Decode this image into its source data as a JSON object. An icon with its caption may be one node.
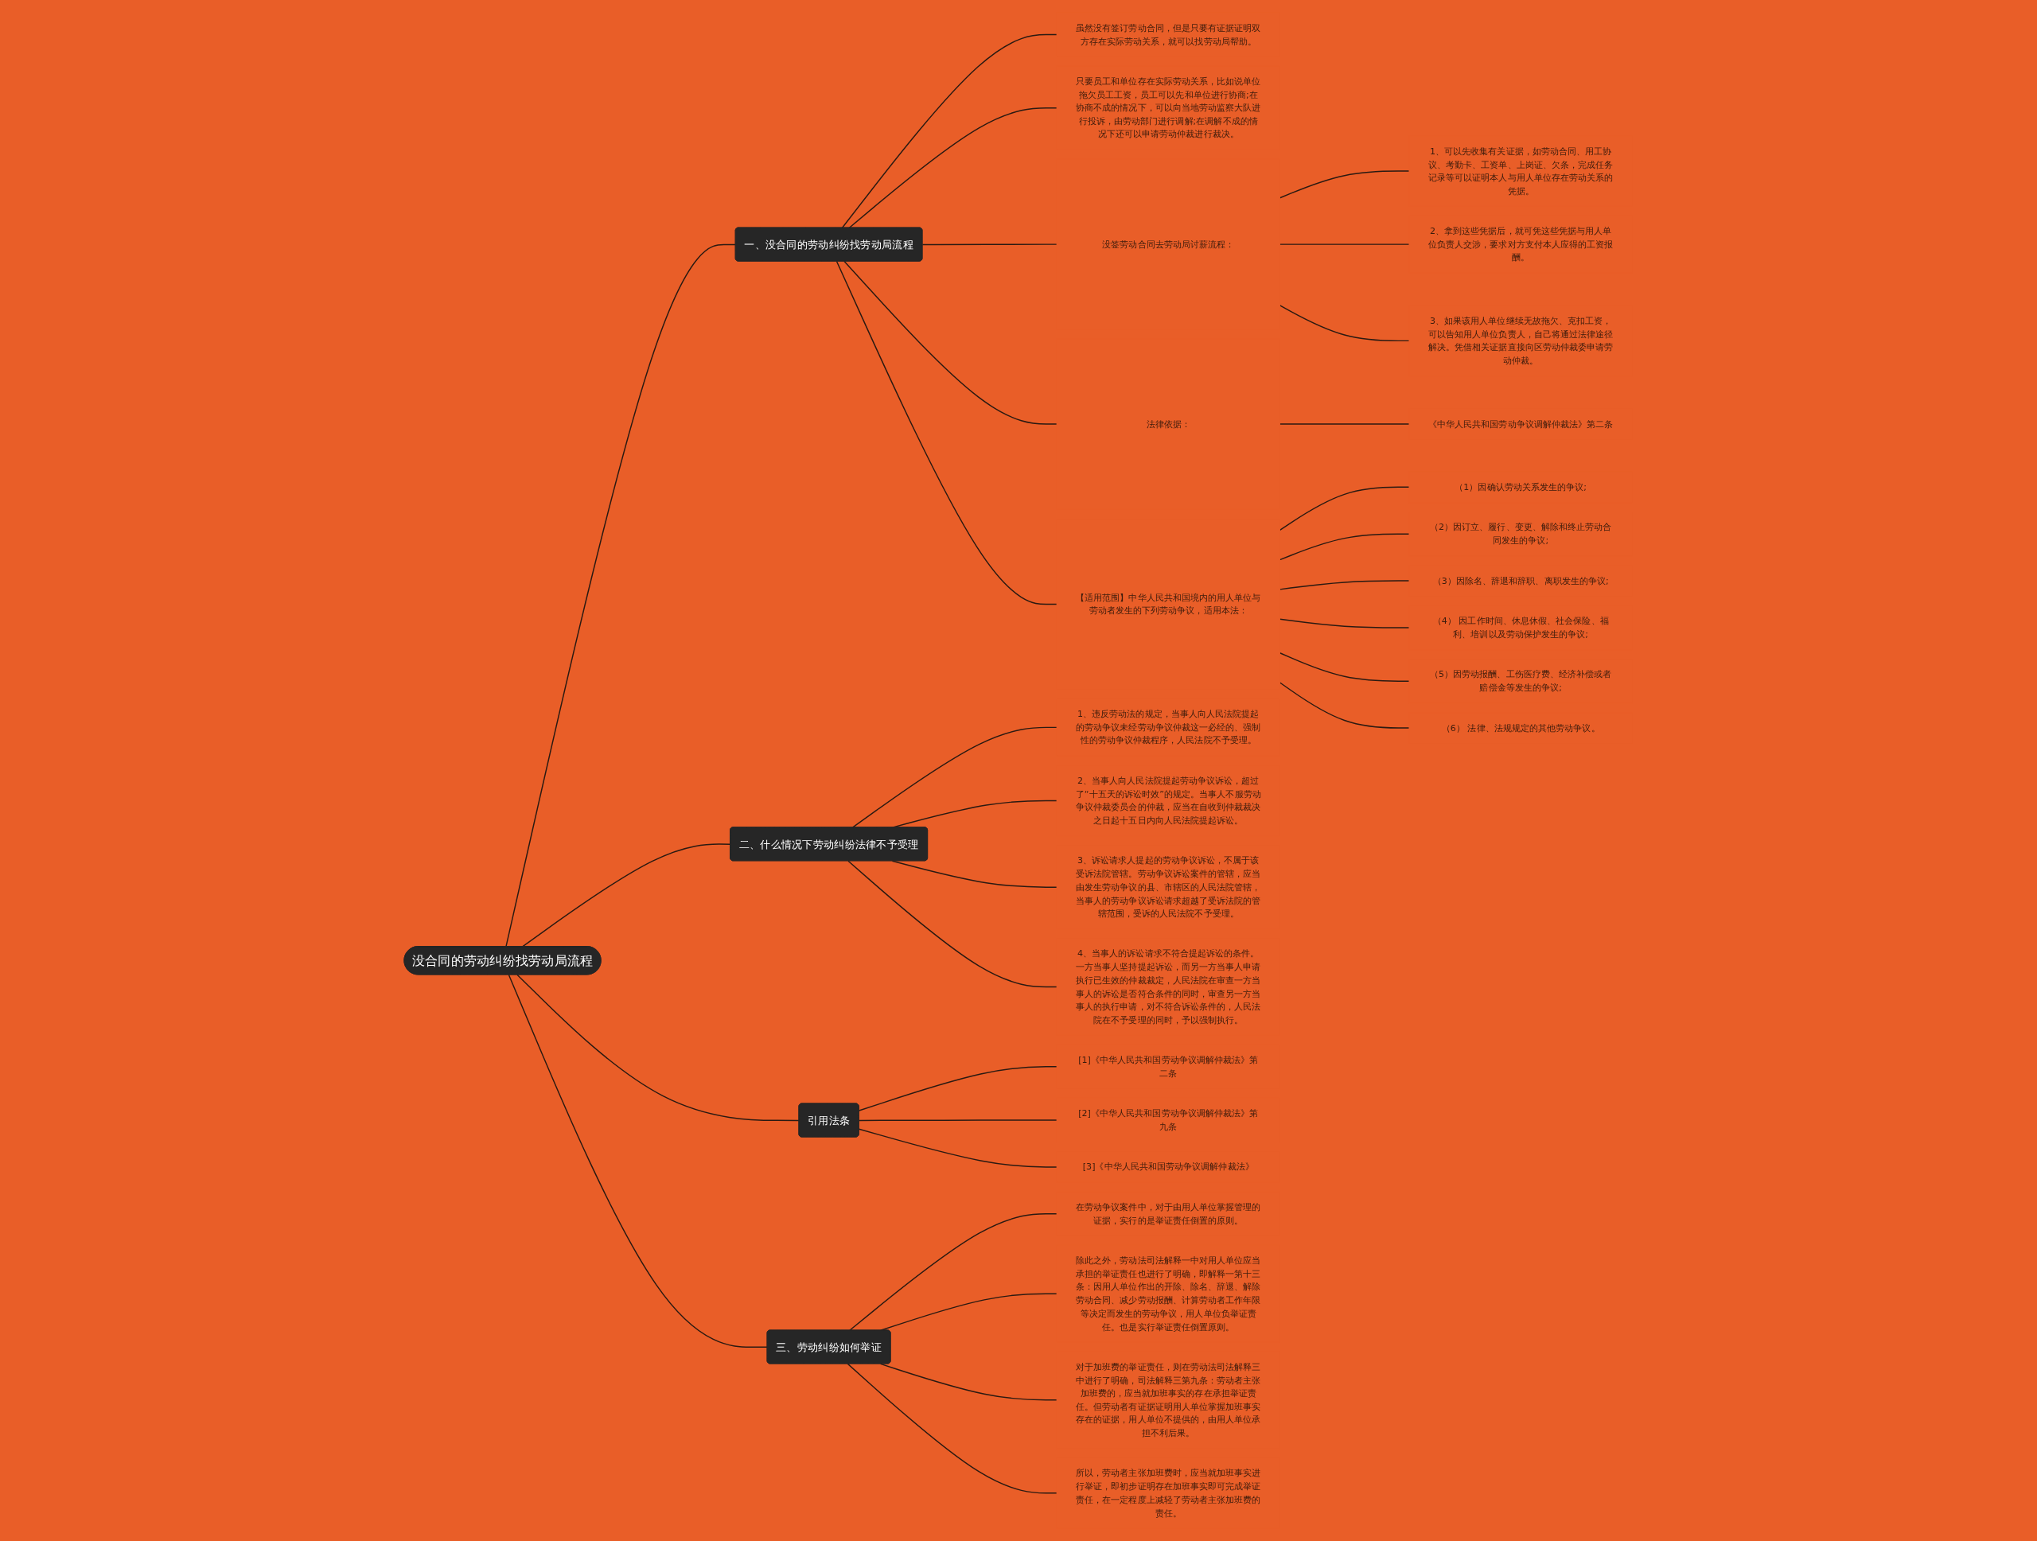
{
  "diagram": {
    "nodes": [
      {
        "text": [
          "没合同的劳动纠纷找劳动局流程"
        ]
      },
      {
        "text": [
          "一、没合同的劳动纠纷找劳动局流程"
        ]
      },
      {
        "text": [
          "虽然没有签订劳动合同，但是只要有证据证明双方存在实际劳动关系，就可以找劳动局帮助。"
        ]
      },
      {
        "text": [
          "只要员工和单位存在实际劳动关系，比如说单位拖欠员工工资，员工可以先和单位进行协商;在协商不成的情况下，可以向当地劳动监察大队进行投诉，由劳动部门进行调解;在调解不成的情况下还可以申请劳动仲裁进行裁决。"
        ]
      },
      {
        "text": [
          "没签劳动合同去劳动局讨薪流程："
        ]
      },
      {
        "text": [
          "1、可以先收集有关证据，如劳动合同、用工协议、考勤卡、工资单、上岗证、欠条，完成任务记录等可以证明本人与用人单位存在劳动关系的凭据。"
        ]
      },
      {
        "text": [
          "2、拿到这些凭据后，就可凭这些凭据与用人单位负责人交涉，要求对方支付本人应得的工资报酬。"
        ]
      },
      {
        "text": [
          "3、如果该用人单位继续无故拖欠、克扣工资，可以告知用人单位负责人，自己将通过法律途径解决。凭借相关证据直接向区劳动仲裁委申请劳动仲裁。"
        ]
      },
      {
        "text": [
          "法律依据："
        ]
      },
      {
        "text": [
          "《中华人民共和国劳动争议调解仲裁法》第二条"
        ]
      },
      {
        "text": [
          "【适用范围】中华人民共和国境内的用人单位与劳动者发生的下列劳动争议，适用本法："
        ]
      },
      {
        "text": [
          "（1）因确认劳动关系发生的争议;"
        ]
      },
      {
        "text": [
          "（2）因订立、履行、变更、解除和终止劳动合同发生的争议;"
        ]
      },
      {
        "text": [
          "（3）因除名、辞退和辞职、离职发生的争议;"
        ]
      },
      {
        "text": [
          "（4） 因工作时间、休息休假、社会保险、福利、培训以及劳动保护发生的争议;"
        ]
      },
      {
        "text": [
          "（5）因劳动报酬、工伤医疗费、经济补偿或者赔偿金等发生的争议;"
        ]
      },
      {
        "text": [
          "（6） 法律、法规规定的其他劳动争议。"
        ]
      },
      {
        "text": [
          "二、什么情况下劳动纠纷法律不予受理"
        ]
      },
      {
        "text": [
          "1、违反劳动法的规定，当事人向人民法院提起的劳动争议未经劳动争议仲裁这一必经的、强制性的劳动争议仲裁程序，人民法院不予受理。"
        ]
      },
      {
        "text": [
          "2、当事人向人民法院提起劳动争议诉讼，超过了“十五天的诉讼时效”的规定。当事人不服劳动争议仲裁委员会的仲裁，应当在自收到仲裁裁决之日起十五日内向人民法院提起诉讼。"
        ]
      },
      {
        "text": [
          "3、诉讼请求人提起的劳动争议诉讼，不属于该受诉法院管辖。劳动争议诉讼案件的管辖，应当由发生劳动争议的县、市辖区的人民法院管辖，当事人的劳动争议诉讼请求超越了受诉法院的管辖范围，受诉的人民法院不予受理。"
        ]
      },
      {
        "text": [
          "4、当事人的诉讼请求不符合提起诉讼的条件。一方当事人坚持提起诉讼，而另一方当事人申请执行已生效的仲裁裁定，人民法院在审查一方当事人的诉讼是否符合条件的同时，审查另一方当事人的执行申请，对不符合诉讼条件的，人民法院在不予受理的同时，予以强制执行。"
        ]
      },
      {
        "text": [
          "引用法条"
        ]
      },
      {
        "text": [
          "[1]《中华人民共和国劳动争议调解仲裁法》第二条"
        ]
      },
      {
        "text": [
          "[2]《中华人民共和国劳动争议调解仲裁法》第九条"
        ]
      },
      {
        "text": [
          "[3]《中华人民共和国劳动争议调解仲裁法》"
        ]
      },
      {
        "text": [
          "三、劳动纠纷如何举证"
        ]
      },
      {
        "text": [
          "在劳动争议案件中，对于由用人单位掌握管理的证据，实行的是举证责任倒置的原则。"
        ]
      },
      {
        "text": [
          "除此之外，劳动法司法解释一中对用人单位应当承担的举证责任也进行了明确，即解释一第十三条：因用人单位作出的开除、除名、辞退、解除劳动合同、减少劳动报酬、计算劳动者工作年限等决定而发生的劳动争议，用人单位负举证责任。也是实行举证责任倒置原则。"
        ]
      },
      {
        "text": [
          "对于加班费的举证责任，则在劳动法司法解释三中进行了明确，司法解释三第九条：劳动者主张加班费的，应当就加班事实的存在承担举证责任。但劳动者有证据证明用人单位掌握加班事实存在的证据，用人单位不提供的，由用人单位承担不利后果。"
        ]
      },
      {
        "text": [
          "所以，劳动者主张加班费时，应当就加班事实进行举证，即初步证明存在加班事实即可完成举证责任，在一定程度上减轻了劳动者主张加班费的责任。"
        ]
      }
    ],
    "edges": [
      {
        "from": 0,
        "to": 1,
        "arrow": "none"
      },
      {
        "from": 1,
        "to": 2,
        "arrow": "none"
      },
      {
        "from": 1,
        "to": 3,
        "arrow": "none"
      },
      {
        "from": 1,
        "to": 4,
        "arrow": "none"
      },
      {
        "from": 4,
        "to": 5,
        "arrow": "none"
      },
      {
        "from": 4,
        "to": 6,
        "arrow": "none"
      },
      {
        "from": 4,
        "to": 7,
        "arrow": "none"
      },
      {
        "from": 1,
        "to": 8,
        "arrow": "none"
      },
      {
        "from": 8,
        "to": 9,
        "arrow": "none"
      },
      {
        "from": 1,
        "to": 10,
        "arrow": "none"
      },
      {
        "from": 10,
        "to": 11,
        "arrow": "none"
      },
      {
        "from": 10,
        "to": 12,
        "arrow": "none"
      },
      {
        "from": 10,
        "to": 13,
        "arrow": "none"
      },
      {
        "from": 10,
        "to": 14,
        "arrow": "none"
      },
      {
        "from": 10,
        "to": 15,
        "arrow": "none"
      },
      {
        "from": 10,
        "to": 16,
        "arrow": "none"
      },
      {
        "from": 0,
        "to": 17,
        "arrow": "none"
      },
      {
        "from": 17,
        "to": 18,
        "arrow": "none"
      },
      {
        "from": 17,
        "to": 19,
        "arrow": "none"
      },
      {
        "from": 17,
        "to": 20,
        "arrow": "none"
      },
      {
        "from": 17,
        "to": 21,
        "arrow": "none"
      },
      {
        "from": 0,
        "to": 22,
        "arrow": "none"
      },
      {
        "from": 22,
        "to": 23,
        "arrow": "none"
      },
      {
        "from": 22,
        "to": 24,
        "arrow": "none"
      },
      {
        "from": 22,
        "to": 25,
        "arrow": "none"
      },
      {
        "from": 0,
        "to": 26,
        "arrow": "none"
      },
      {
        "from": 26,
        "to": 27,
        "arrow": "none"
      },
      {
        "from": 26,
        "to": 28,
        "arrow": "none"
      },
      {
        "from": 26,
        "to": 29,
        "arrow": "none"
      },
      {
        "from": 26,
        "to": 30,
        "arrow": "none"
      }
    ]
  }
}
